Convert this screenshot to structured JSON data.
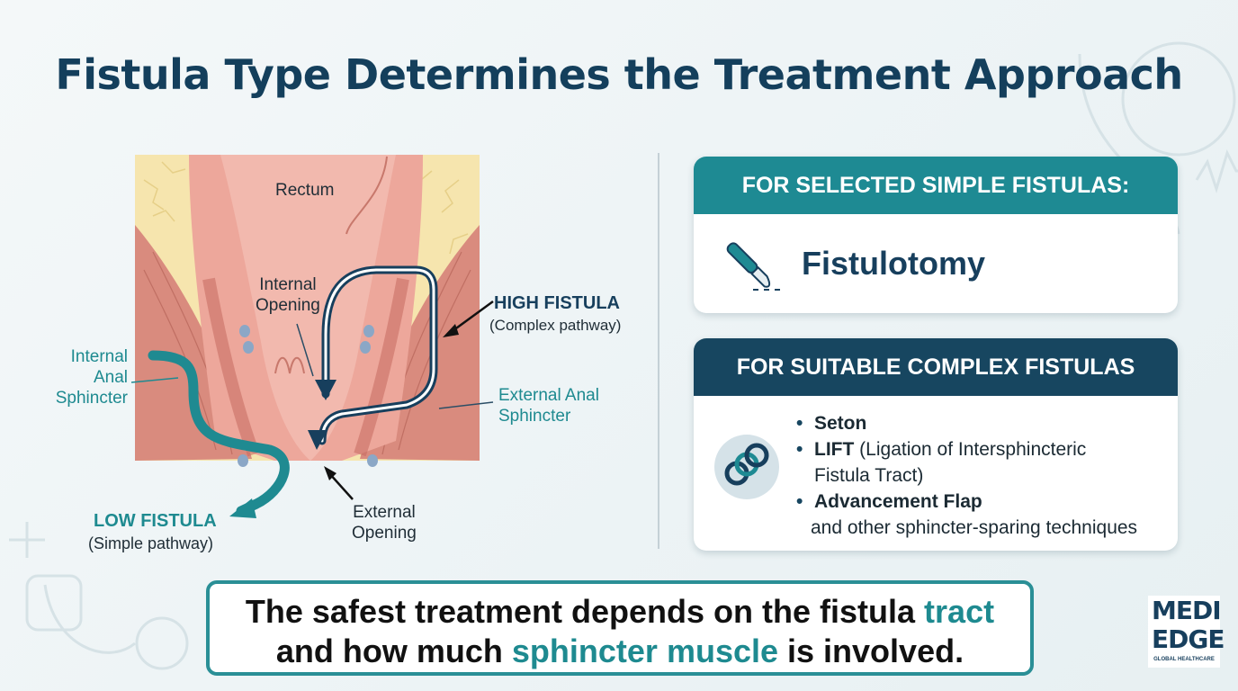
{
  "title": "Fistula Type Determines the Treatment Approach",
  "anatomy": {
    "rectum": "Rectum",
    "internal_opening": [
      "Internal",
      "Opening"
    ],
    "high_fistula": "HIGH FISTULA",
    "high_fistula_note": "(Complex pathway)",
    "internal_anal_sphincter": [
      "Internal",
      "Anal",
      "Sphincter"
    ],
    "external_anal_sphincter": [
      "External Anal",
      "Sphincter"
    ],
    "low_fistula": "LOW FISTULA",
    "low_fistula_note": "(Simple pathway)",
    "external_opening": [
      "External",
      "Opening"
    ]
  },
  "simple_card": {
    "header": "FOR SELECTED SIMPLE FISTULAS:",
    "treatment": "Fistulotomy",
    "icon": "scalpel-icon"
  },
  "complex_card": {
    "header": "FOR SUITABLE COMPLEX FISTULAS",
    "icon": "chain-link-icon",
    "bullet": "•",
    "items": {
      "seton": "Seton",
      "lift": "LIFT",
      "lift_desc_1": "(Ligation of Intersphincteric",
      "lift_desc_2": "Fistula Tract)",
      "flap": "Advancement Flap",
      "flap_desc": "and other sphincter-sparing techniques"
    }
  },
  "summary": {
    "part1": "The safest treatment depends on the fistula ",
    "hl1": "tract",
    "part2": "and how much ",
    "hl2": "sphincter muscle",
    "part3": " is involved."
  },
  "logo": {
    "line1": "MEDI",
    "line2": "EDGE",
    "line3": "GLOBAL HEALTHCARE"
  },
  "colors": {
    "navy": "#174660",
    "teal": "#1e8a93",
    "title": "#143f5c",
    "tissue": "#e89a8e",
    "fat": "#f7e7b0"
  }
}
